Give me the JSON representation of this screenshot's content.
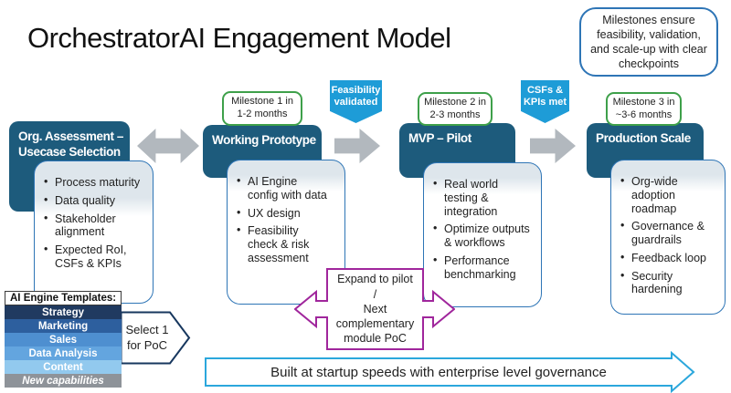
{
  "title": "OrchestratorAI Engagement Model",
  "note": {
    "text": "Milestones ensure feasibility, validation, and scale-up with clear checkpoints"
  },
  "stages": [
    {
      "title_line1": "Org. Assessment –",
      "title_line2": "Usecase Selection",
      "bullets": [
        "Process maturity",
        "Data quality",
        "Stakeholder alignment",
        "Expected RoI, CSFs & KPIs"
      ]
    },
    {
      "title_line1": "Working Prototype",
      "bullets": [
        "AI Engine config with data",
        "UX design",
        "Feasibility check & risk assessment"
      ]
    },
    {
      "title_line1": "MVP – Pilot",
      "bullets": [
        "Real world testing & integration",
        "Optimize outputs & workflows",
        "Performance benchmarking"
      ]
    },
    {
      "title_line1": "Production Scale",
      "bullets": [
        "Org-wide adoption roadmap",
        "Governance & guardrails",
        "Feedback loop",
        "Security hardening"
      ]
    }
  ],
  "milestones": [
    {
      "line1": "Milestone 1 in",
      "line2": "1-2 months"
    },
    {
      "line1": "Milestone 2 in",
      "line2": "2-3 months"
    },
    {
      "line1": "Milestone 3 in",
      "line2": "~3-6 months"
    }
  ],
  "banners": [
    {
      "line1": "Feasibility",
      "line2": "validated"
    },
    {
      "line1": "CSFs &",
      "line2": "KPIs met"
    }
  ],
  "templates": {
    "header": "AI Engine Templates:",
    "rows": [
      {
        "label": "Strategy",
        "color": "#203a60"
      },
      {
        "label": "Marketing",
        "color": "#2d5f9e"
      },
      {
        "label": "Sales",
        "color": "#4e8fd0"
      },
      {
        "label": "Data Analysis",
        "color": "#63a5df"
      },
      {
        "label": "Content",
        "color": "#92c9ee"
      },
      {
        "label": "New capabilities",
        "color": "#8e9399"
      }
    ]
  },
  "select_callout": {
    "line1": "Select 1",
    "line2": "for PoC"
  },
  "expand_callout": {
    "lines": [
      "Expand to pilot",
      "/",
      "Next",
      "complementary",
      "module PoC"
    ]
  },
  "bottom_arrow": {
    "label": "Built at startup speeds with enterprise level governance"
  },
  "colors": {
    "teal": "#1d5b7c",
    "card-border": "#2e75b6",
    "banner-blue": "#1e9cd7",
    "green": "#3ea04a",
    "purple": "#a0269c",
    "gray-arrow": "#b2b8be",
    "bottom-blue": "#2ba7dc",
    "select-border": "#17375e"
  }
}
